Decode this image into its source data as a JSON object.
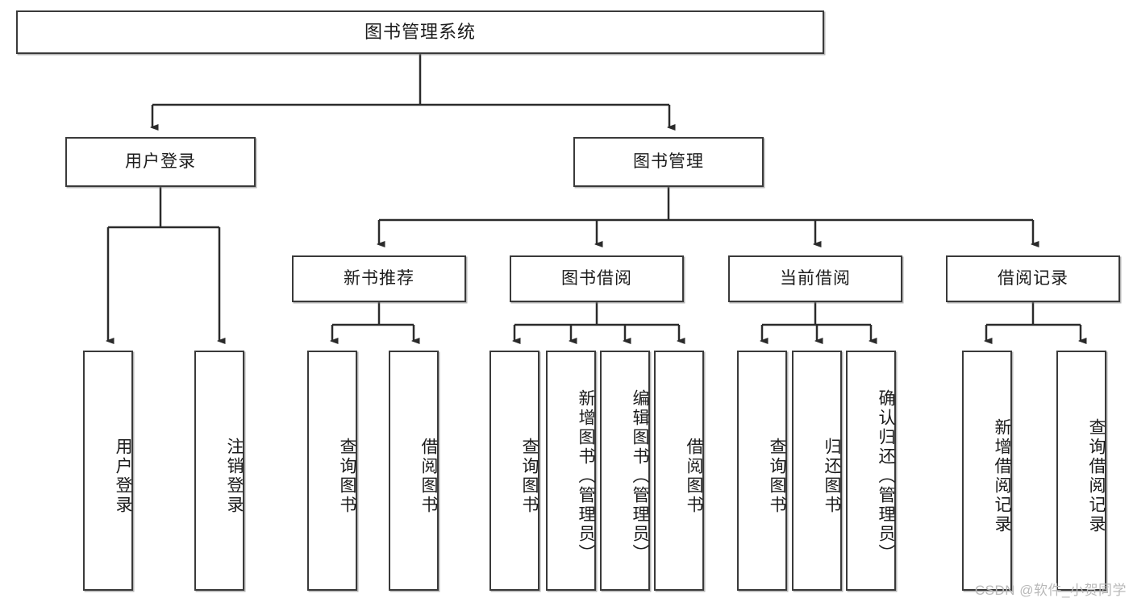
{
  "diagram": {
    "type": "tree-hierarchy-functional-decomposition",
    "title": "图书管理系统",
    "watermark": "CSDN @软件_小贺同学",
    "colors": {
      "box_border": "#3a3a3a",
      "box_fill": "#ffffff",
      "connector": "#2b2b2b",
      "text": "#1b1b1b",
      "watermark": "#b9b9b9"
    },
    "levels": {
      "root": {
        "label": "图书管理系统"
      },
      "level2": [
        {
          "id": "user-login",
          "label": "用户登录"
        },
        {
          "id": "book-manage",
          "label": "图书管理"
        }
      ],
      "level3": [
        {
          "id": "new-book-recommend",
          "label": "新书推荐",
          "parent": "book-manage"
        },
        {
          "id": "book-borrow",
          "label": "图书借阅",
          "parent": "book-manage"
        },
        {
          "id": "current-borrow",
          "label": "当前借阅",
          "parent": "book-manage"
        },
        {
          "id": "borrow-record",
          "label": "借阅记录",
          "parent": "book-manage"
        }
      ],
      "leaves": [
        {
          "id": "leaf-user-login",
          "label": "用户登录",
          "parent": "user-login"
        },
        {
          "id": "leaf-logout",
          "label": "注销登录",
          "parent": "user-login"
        },
        {
          "id": "leaf-query-book-1",
          "label": "查询图书",
          "parent": "new-book-recommend"
        },
        {
          "id": "leaf-borrow-book-1",
          "label": "借阅图书",
          "parent": "new-book-recommend"
        },
        {
          "id": "leaf-query-book-2",
          "label": "查询图书",
          "parent": "book-borrow"
        },
        {
          "id": "leaf-add-book",
          "label": "新增图书（管理员）",
          "parent": "book-borrow"
        },
        {
          "id": "leaf-edit-book",
          "label": "编辑图书（管理员）",
          "parent": "book-borrow"
        },
        {
          "id": "leaf-borrow-book-2",
          "label": "借阅图书",
          "parent": "book-borrow"
        },
        {
          "id": "leaf-query-book-3",
          "label": "查询图书",
          "parent": "current-borrow"
        },
        {
          "id": "leaf-return-book",
          "label": "归还图书",
          "parent": "current-borrow"
        },
        {
          "id": "leaf-confirm-return",
          "label": "确认归还（管理员）",
          "parent": "current-borrow"
        },
        {
          "id": "leaf-add-record",
          "label": "新增借阅记录",
          "parent": "borrow-record"
        },
        {
          "id": "leaf-query-record",
          "label": "查询借阅记录",
          "parent": "borrow-record"
        }
      ]
    }
  }
}
